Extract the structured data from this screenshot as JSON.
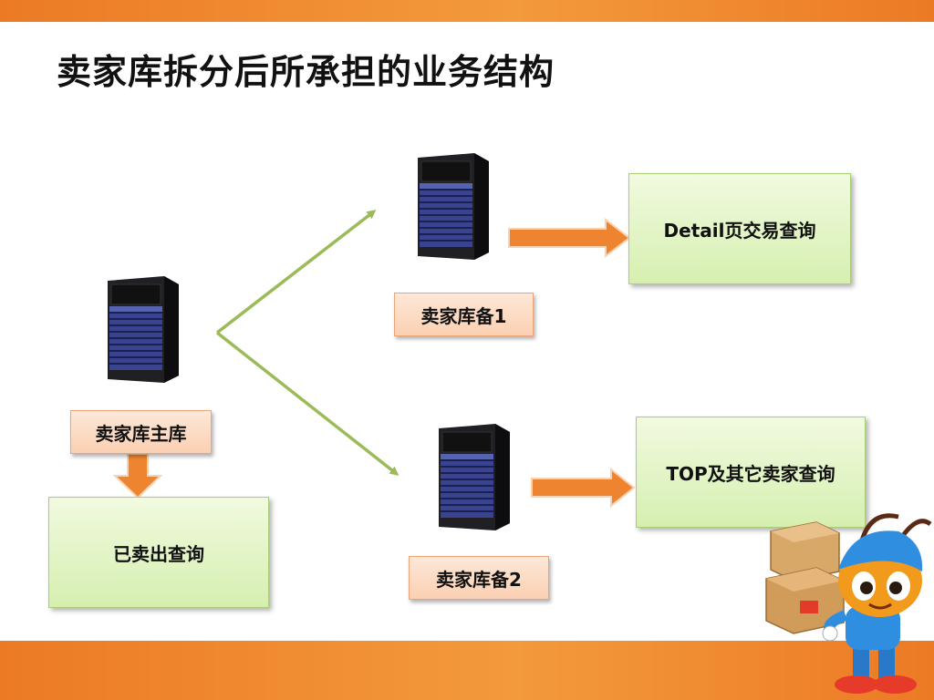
{
  "title": "卖家库拆分后所承担的业务结构",
  "nodes": {
    "master_label": "卖家库主库",
    "backup1_label": "卖家库备1",
    "backup2_label": "卖家库备2",
    "sold_query": "已卖出查询",
    "detail_query": "Detail页交易查询",
    "top_query": "TOP及其它卖家查询"
  },
  "colors": {
    "accent_orange": "#ef8430",
    "arrow_green": "#9bbb59",
    "box_green": "#d6efb0",
    "label_peach": "#fbd0b2"
  },
  "icons": {
    "server": "server-rack-icon",
    "mascot": "ant-mascot-icon"
  }
}
